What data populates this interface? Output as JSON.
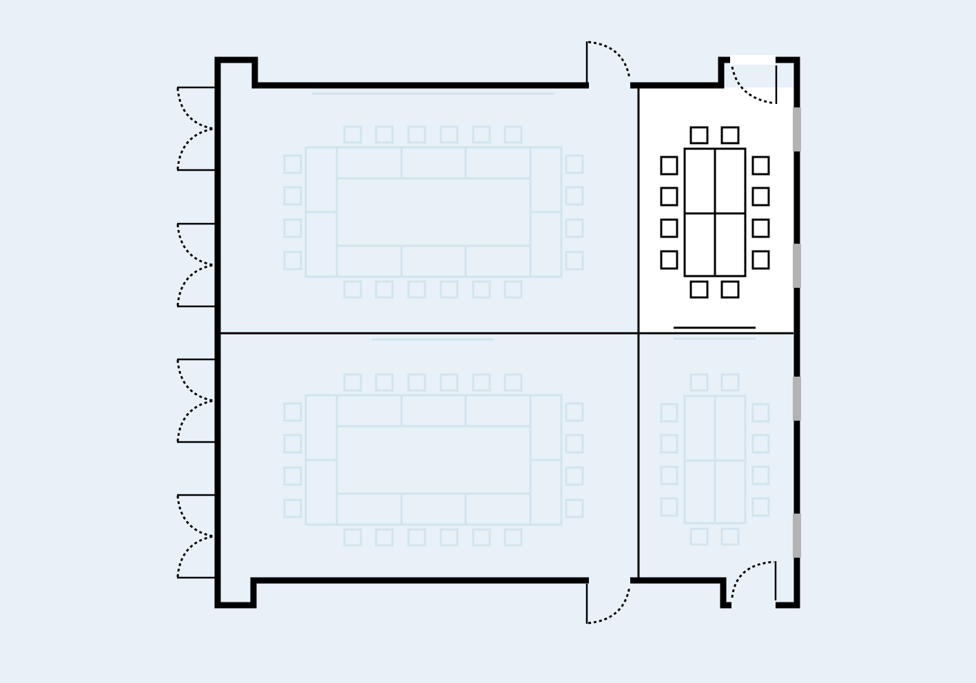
{
  "plan": {
    "colors": {
      "background": "#e8f1f8",
      "wall": "#000000",
      "glass": "#b3b3b3",
      "selected_room_fill": "#ffffff",
      "unselected_furniture": "#d2e4ee",
      "selected_furniture": "#000000"
    },
    "rooms": [
      {
        "id": "room-large-top",
        "selected": false,
        "layout": "boardroom-u",
        "chairs": 20
      },
      {
        "id": "room-large-bottom",
        "selected": false,
        "layout": "boardroom-u",
        "chairs": 20
      },
      {
        "id": "room-small-top",
        "selected": true,
        "layout": "boardroom",
        "chairs": 12
      },
      {
        "id": "room-small-bottom",
        "selected": false,
        "layout": "boardroom",
        "chairs": 12
      }
    ],
    "doors": {
      "left_wall": 8,
      "top_wall": 2,
      "bottom_wall": 2
    }
  }
}
